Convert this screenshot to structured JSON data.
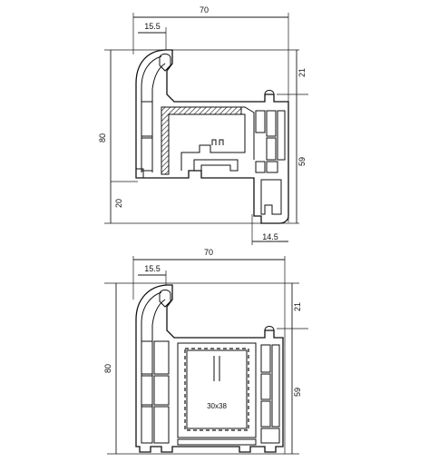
{
  "top_drawing": {
    "overall_width": "70",
    "nose_width": "15.5",
    "left_height": "80",
    "bottom_left_height": "20",
    "top_right_height": "21",
    "right_height": "59",
    "bottom_right_width": "14.5"
  },
  "bottom_drawing": {
    "overall_width": "70",
    "nose_width": "15.5",
    "left_height": "80",
    "top_right_height": "21",
    "right_height": "59",
    "reinforcement_label": "30x38"
  }
}
